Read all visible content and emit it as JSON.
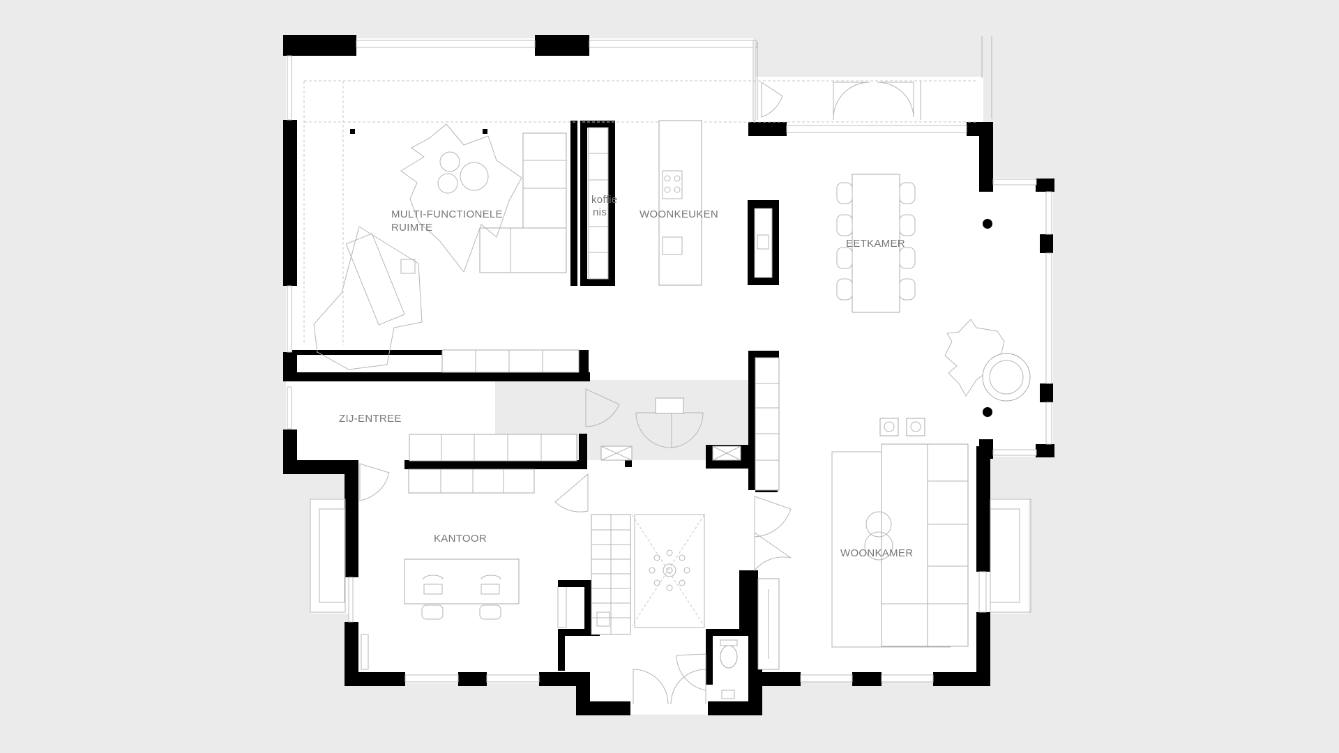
{
  "plan": {
    "background": "#ebebeb",
    "floor_color": "#ffffff",
    "wall_color": "#000000",
    "rooms": {
      "multifunctional_line1": "MULTI-FUNCTIONELE",
      "multifunctional_line2": "RUIMTE",
      "coffee_line1": "koffie",
      "coffee_line2": "nis",
      "kitchen": "WOONKEUKEN",
      "dining": "EETKAMER",
      "side_entrance": "ZIJ-ENTREE",
      "office": "KANTOOR",
      "living": "WOONKAMER"
    }
  }
}
